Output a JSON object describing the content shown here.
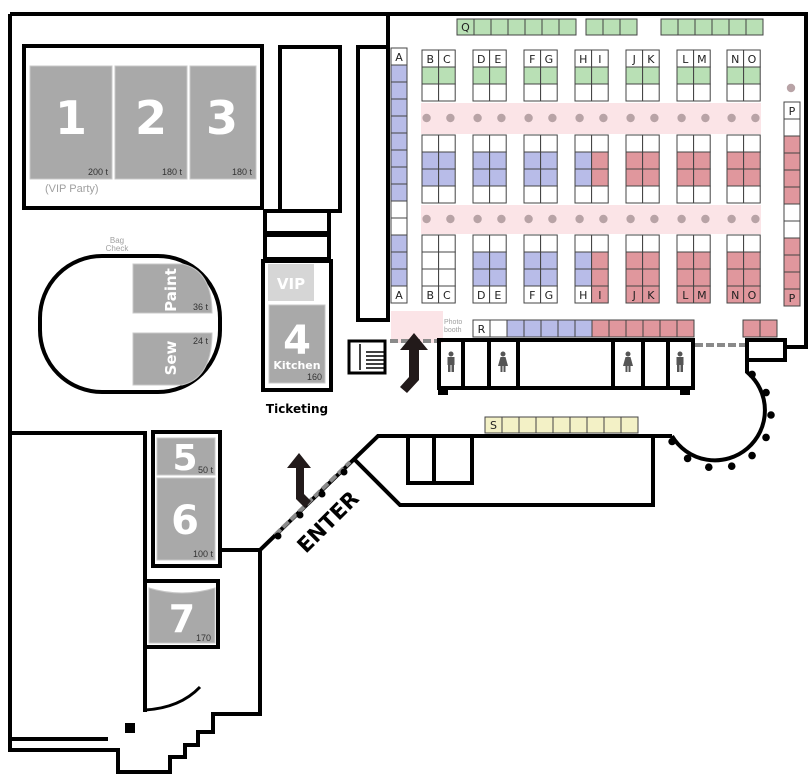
{
  "title": "Venue floor plan",
  "palette": {
    "green": "#b9e0b5",
    "blue": "#b8bce8",
    "red": "#e0979d",
    "white": "#ffffff",
    "yellow": "#f3f1c6",
    "pink_band": "#fbe4e7",
    "dot": "#b8a3a6",
    "room_grey": "#a9a9a9"
  },
  "rooms": {
    "r1": {
      "number": "1",
      "capacity": "200 t",
      "note": "(VIP Party)"
    },
    "r2": {
      "number": "2",
      "capacity": "180 t"
    },
    "r3": {
      "number": "3",
      "capacity": "180 t"
    },
    "paint": {
      "name": "Paint",
      "capacity": "36 t"
    },
    "sew": {
      "name": "Sew",
      "capacity": "24 t"
    },
    "vip": {
      "name": "VIP"
    },
    "r4": {
      "number": "4",
      "name": "Kitchen",
      "capacity": "160"
    },
    "r5": {
      "number": "5",
      "capacity": "50 t"
    },
    "r6": {
      "number": "6",
      "capacity": "100 t"
    },
    "r7": {
      "number": "7",
      "capacity": "170"
    }
  },
  "labels": {
    "bag_check_1": "Bag",
    "bag_check_2": "Check",
    "ticketing": "Ticketing",
    "enter": "ENTER",
    "photo_booth_1": "Photo",
    "photo_booth_2": "booth"
  },
  "booths": {
    "pairs": [
      [
        "B",
        "C"
      ],
      [
        "D",
        "E"
      ],
      [
        "F",
        "G"
      ],
      [
        "H",
        "I"
      ],
      [
        "J",
        "K"
      ],
      [
        "L",
        "M"
      ],
      [
        "N",
        "O"
      ]
    ],
    "row_a": "A",
    "row_p": "P",
    "row_q": "Q",
    "row_r": "R",
    "row_s": "S"
  }
}
